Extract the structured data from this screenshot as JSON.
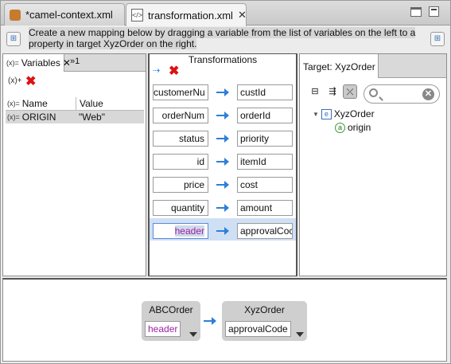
{
  "tabs": [
    {
      "label": "*camel-context.xml"
    },
    {
      "label": "transformation.xml"
    }
  ],
  "instruction": "Create a new mapping below by dragging a variable from the list of variables on the left to a property in target XyzOrder on the right.",
  "variables": {
    "tab_label": "Variables",
    "overflow_tab": "»1",
    "columns": [
      "Name",
      "Value"
    ],
    "rows": [
      {
        "name": "ORIGIN",
        "value": "\"Web\""
      }
    ]
  },
  "transformations": {
    "title": "Transformations",
    "rows": [
      {
        "source": "customerNu",
        "target": "custId"
      },
      {
        "source": "orderNum",
        "target": "orderId"
      },
      {
        "source": "status",
        "target": "priority"
      },
      {
        "source": "id",
        "target": "itemId"
      },
      {
        "source": "price",
        "target": "cost"
      },
      {
        "source": "quantity",
        "target": "amount"
      },
      {
        "source": "header",
        "target": "approvalCoc"
      }
    ],
    "selected_index": 6
  },
  "target": {
    "tab_label": "Target: XyzOrder",
    "tree": {
      "root": "XyzOrder",
      "children": [
        "origin"
      ]
    }
  },
  "detail": {
    "source": {
      "title": "ABCOrder",
      "field": "header"
    },
    "target": {
      "title": "XyzOrder",
      "field": "approvalCode"
    }
  },
  "colors": {
    "arrow": "#2e7fd6",
    "delete": "#dd1111",
    "selection": "#cfe0f5",
    "variable_text": "#a020a0"
  }
}
